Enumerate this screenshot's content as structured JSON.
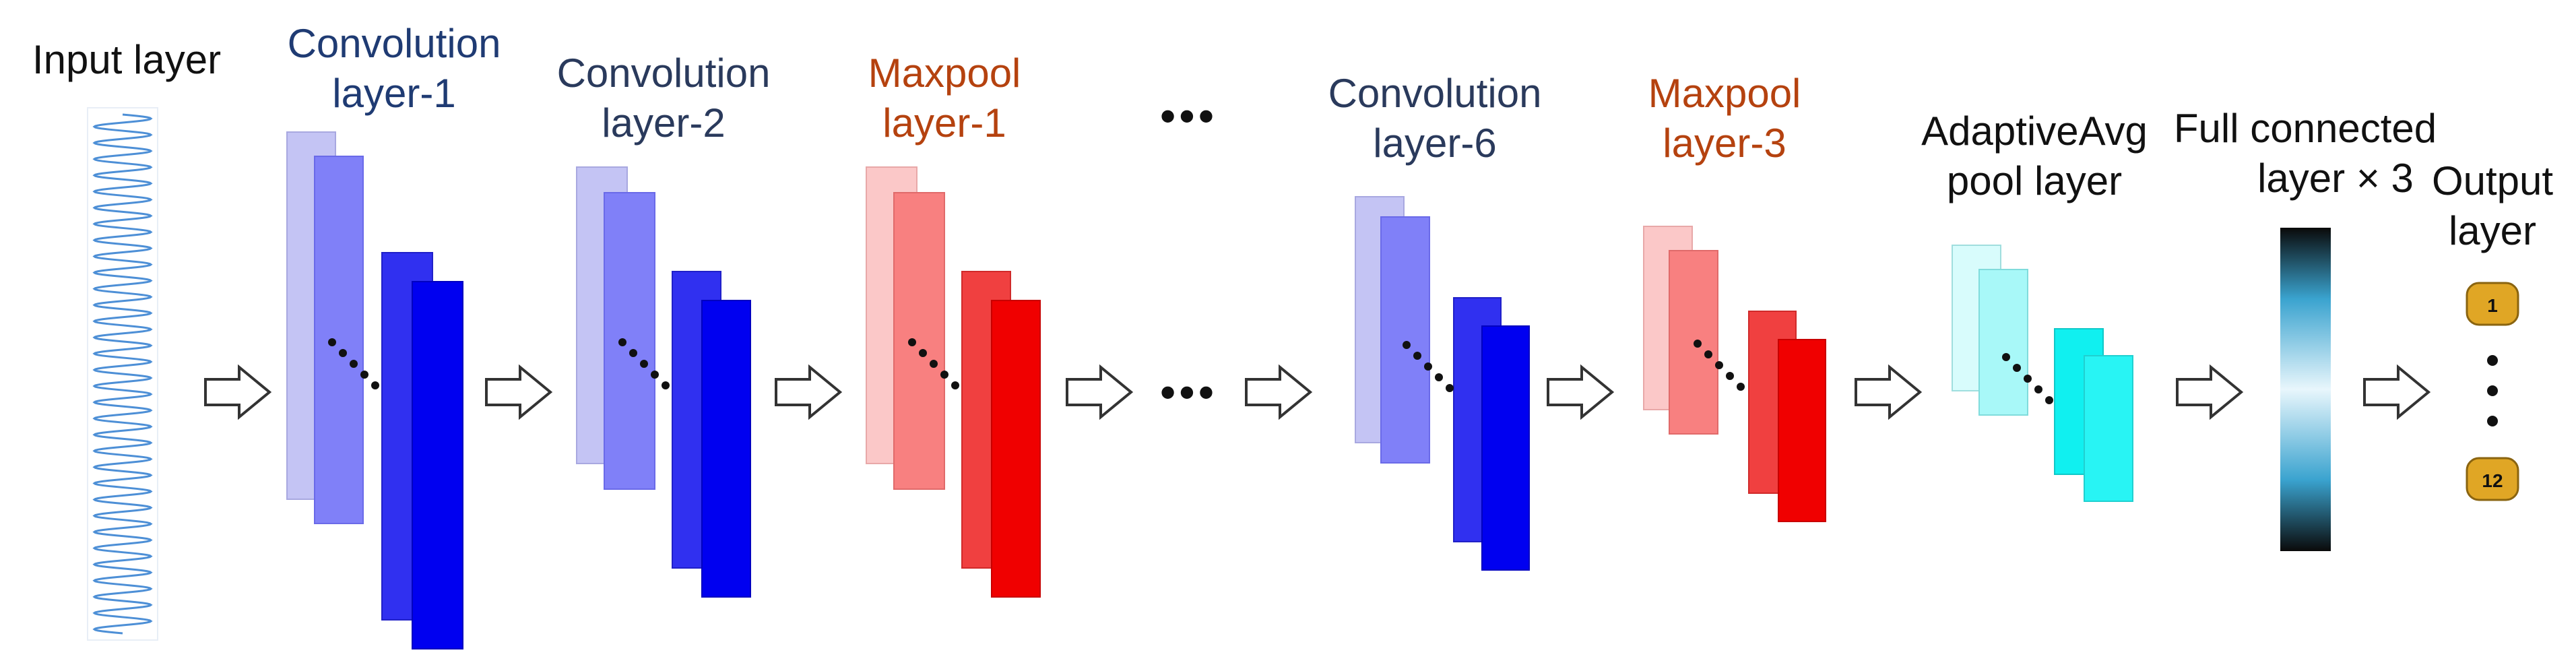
{
  "labels": {
    "input": "Input layer",
    "conv1": {
      "line1": "Convolution",
      "line2": "layer-1"
    },
    "conv2": {
      "line1": "Convolution",
      "line2": "layer-2"
    },
    "pool1": {
      "line1": "Maxpool",
      "line2": "layer-1"
    },
    "conv6": {
      "line1": "Convolution",
      "line2": "layer-6"
    },
    "pool3": {
      "line1": "Maxpool",
      "line2": "layer-3"
    },
    "adaptive": {
      "line1": "AdaptiveAvg",
      "line2": "pool layer"
    },
    "fc": {
      "line1": "Full connected",
      "line2": "layer × 3"
    },
    "output": {
      "line1": "Output",
      "line2": "layer"
    }
  },
  "ellipsis": {
    "top": "•••",
    "middle": "•••"
  },
  "output_nodes": {
    "first": "1",
    "last": "12"
  },
  "colors": {
    "conv_light": "#c4c4f4",
    "conv_mid": "#8080f8",
    "conv_dark": "#3030f0",
    "conv_darkest": "#0000f0",
    "pool_light": "#fbc8c8",
    "pool_mid": "#f88080",
    "pool_dark": "#f04040",
    "pool_darkest": "#f00000",
    "adaptive_light": "#d8fcfc",
    "adaptive_mid": "#a8f8f8",
    "adaptive_dark": "#10f0f0",
    "adaptive_darkest": "#28f4f4",
    "input_wave": "#4d8fd6",
    "output_node": "#e0a625",
    "text_blue": "#1f3b73",
    "text_orange": "#b5420f"
  },
  "icons": [
    "right-arrow-icon",
    "sine-wave-icon",
    "diagonal-dots-icon",
    "vertical-dots-icon"
  ]
}
